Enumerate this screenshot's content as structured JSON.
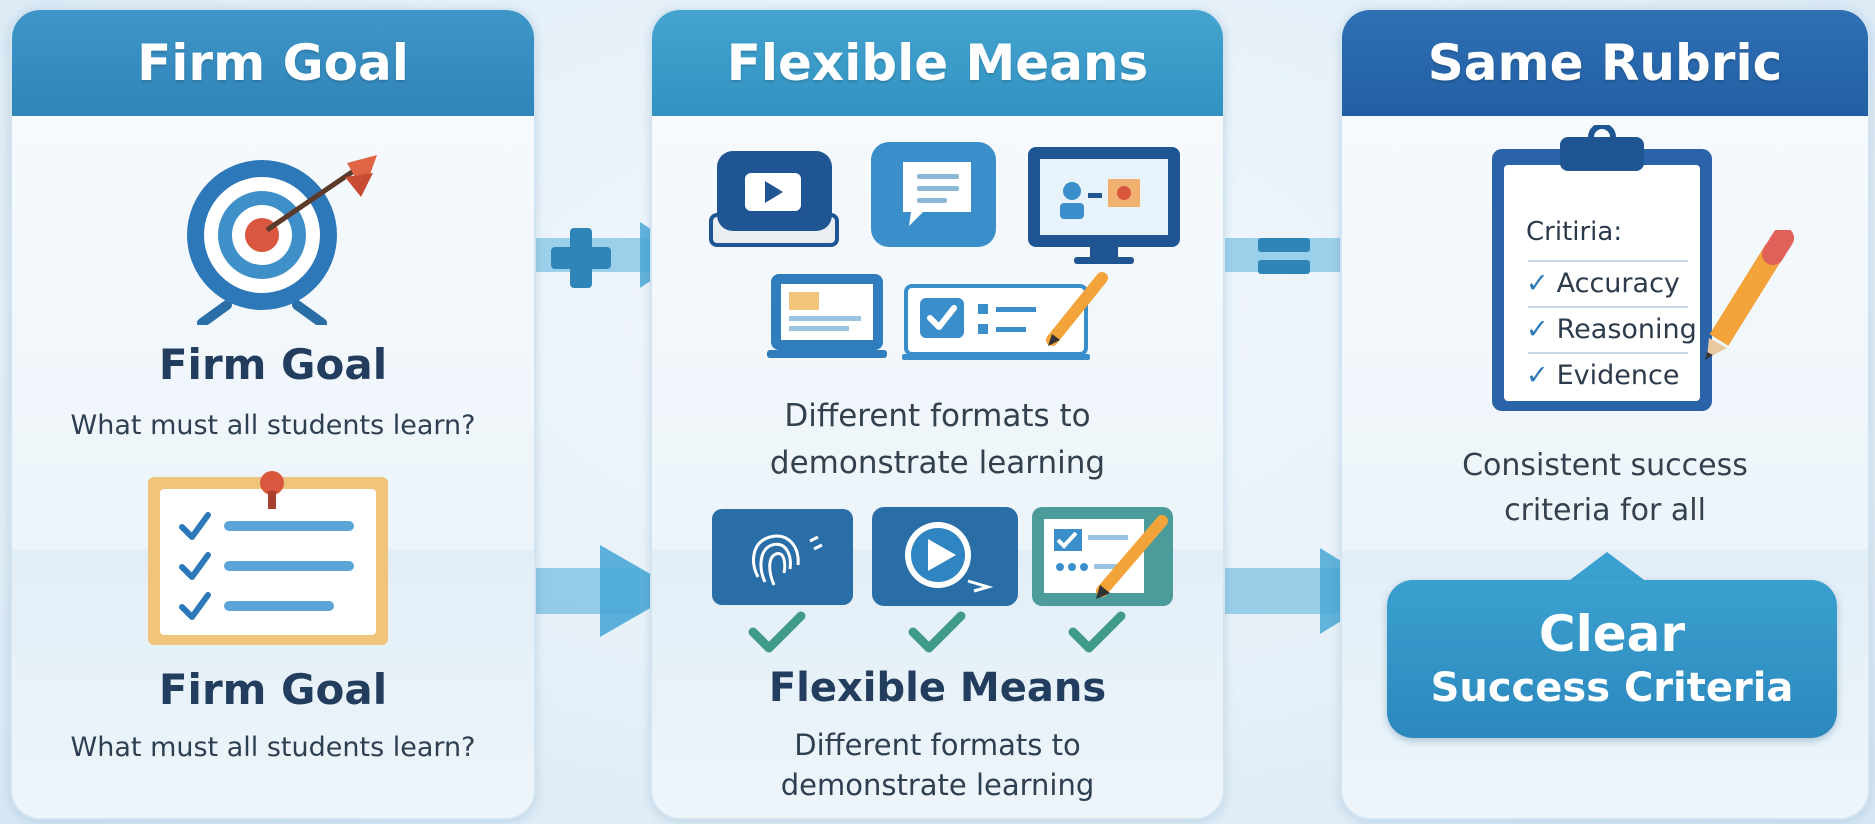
{
  "columns": [
    {
      "header": "Firm Goal",
      "blocks": [
        {
          "title": "Firm Goal",
          "text": "What must all students learn?"
        },
        {
          "title": "Firm Goal",
          "text": "What must all students learn?"
        }
      ]
    },
    {
      "header": "Flexible Means",
      "top_caption_1": "Different formats to",
      "top_caption_2": "demonstrate learning",
      "bottom_title": "Flexible Means",
      "bottom_caption_1": "Different formats to",
      "bottom_caption_2": "demonstrate learning"
    },
    {
      "header": "Same Rubric",
      "clipboard": {
        "heading": "Critiria:",
        "items": [
          "Accuracy",
          "Reasoning",
          "Evidence"
        ]
      },
      "caption_1": "Consistent success",
      "caption_2": "criteria for all",
      "callout_1": "Clear",
      "callout_2": "Success Criteria"
    }
  ],
  "connectors": {
    "plus": "+",
    "equals": "="
  },
  "colors": {
    "header_1": "#3f96c8",
    "header_2": "#45a4cf",
    "header_3": "#2f70b4",
    "arrow": "#4aa8d6",
    "check_green": "#3f9a8a",
    "target_red": "#d9573f"
  },
  "icons": [
    "target-icon",
    "video-icon",
    "chat-icon",
    "presentation-icon",
    "slides-icon",
    "quiz-icon",
    "fingerprint-icon",
    "play-icon",
    "worksheet-icon",
    "clipboard-icon",
    "pencil-icon",
    "checklist-icon"
  ]
}
